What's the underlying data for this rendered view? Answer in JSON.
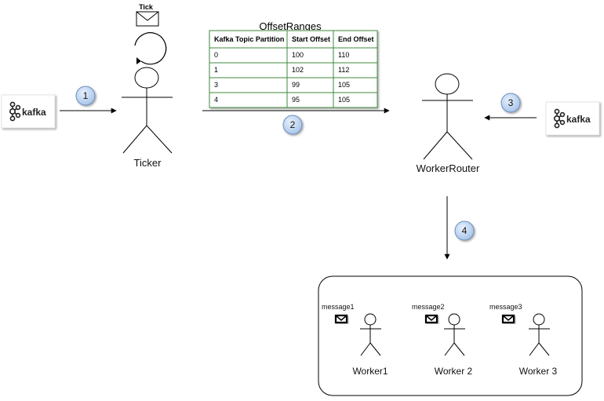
{
  "sources": {
    "left": {
      "label": "kafka"
    },
    "right": {
      "label": "kafka"
    }
  },
  "ticker": {
    "label": "Ticker",
    "tick_label": "Tick"
  },
  "router": {
    "label": "WorkerRouter"
  },
  "steps": [
    "1",
    "2",
    "3",
    "4"
  ],
  "offset_table": {
    "title": "OffsetRanges",
    "columns": [
      "Kafka Topic Partition",
      "Start Offset",
      "End Offset"
    ],
    "rows": [
      [
        "0",
        "100",
        "110"
      ],
      [
        "1",
        "102",
        "112"
      ],
      [
        "3",
        "99",
        "105"
      ],
      [
        "4",
        "95",
        "105"
      ]
    ]
  },
  "workers": [
    {
      "label": "Worker1",
      "message": "message1"
    },
    {
      "label": "Worker 2",
      "message": "message2"
    },
    {
      "label": "Worker 3",
      "message": "message3"
    }
  ],
  "colors": {
    "step_fill": "#c9ddf5",
    "step_stroke": "#6f8fbf",
    "table_border": "#3f8a3f"
  }
}
